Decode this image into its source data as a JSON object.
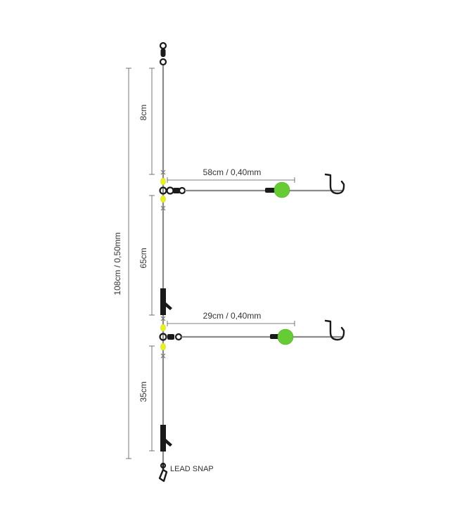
{
  "labels": {
    "total_length": "108cm / 0,50mm",
    "segment_top": "8cm",
    "segment_middle": "65cm",
    "segment_bottom": "35cm",
    "dropper_upper": "58cm / 0,40mm",
    "dropper_lower": "29cm / 0,40mm",
    "lead_snap": "LEAD SNAP"
  },
  "colors": {
    "mainline": "#8a8a8a",
    "bead": "#e6f21a",
    "float": "#66cc33",
    "hardware": "#1a1a1a"
  },
  "icons": [
    "swivel-icon",
    "bead-icon",
    "float-bead-icon",
    "hook-icon",
    "sleeve-stop-icon",
    "lead-snap-icon"
  ]
}
